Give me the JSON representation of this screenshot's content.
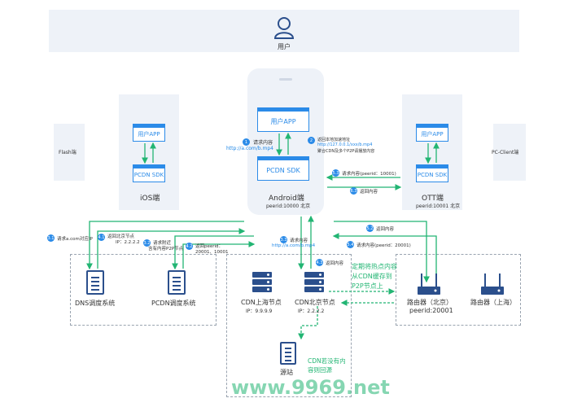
{
  "top": {
    "user_label": "用户"
  },
  "clients": {
    "flash": "Flash端",
    "ios": "iOS端",
    "android": "Android端",
    "android_peer": "peerid:10000 北京",
    "ott": "OTT端",
    "ott_peer": "peerid:10001 北京",
    "pc": "PC-Client端"
  },
  "modules": {
    "user_app": "用户APP",
    "pcdn_sdk": "PCDN SDK"
  },
  "steps": {
    "s1_num": "1",
    "s1_title": "请求内容",
    "s1_url": "http://a.com/b.mp4",
    "s2_num": "2",
    "s2_line1": "返回本地加速地址",
    "s2_line2": "http://127.0.0.1/xxx/b.mp4",
    "s2_line3": "聚合CDN及多个P2P请播放内容",
    "s31_num": "3.1",
    "s31_text": "请求a.com对应IP",
    "s41_num": "4.1",
    "s41_line1": "返回北京节点",
    "s41_line2": "IP：2.2.2.2",
    "s32_num": "3.2",
    "s32_line1": "请求附近",
    "s32_line2": "含有内容P2P节点",
    "s42_num": "4.2",
    "s42_line1": "返回peerid：",
    "s42_line2": "20001、10001",
    "s33_num": "3.3",
    "s33_text": "请求内容",
    "s33_url": "http://a.com/b.mp4",
    "s43_num": "4.3",
    "s43_text": "返回内容",
    "s53_num": "5.3",
    "s53_text": "请求内容(peerid：10001)",
    "s63_num": "6.3",
    "s63_text": "返回内容",
    "s52_num": "5.2",
    "s52_text": "返回内容",
    "s54_num": "5.4",
    "s54_text": "请求内容(peerid：20001)"
  },
  "servers": {
    "dns": "DNS调度系统",
    "pcdn": "PCDN调度系统",
    "cdn_sh": "CDN上海节点",
    "cdn_sh_ip": "IP：9.9.9.9",
    "cdn_bj": "CDN北京节点",
    "cdn_bj_ip": "IP：2.2.2.2",
    "origin": "源站",
    "origin_note_1": "CDN若没有内",
    "origin_note_2": "容则回源"
  },
  "routers": {
    "bj": "路由器（北京）",
    "bj_peer": "peerid:20001",
    "sh": "路由器（上海）",
    "cache_note_1": "定期将热点内容",
    "cache_note_2": "从CDN缓存到",
    "cache_note_3": "P2P节点上"
  },
  "watermark": "www.9969.net",
  "colors": {
    "accent_blue": "#2b8be8",
    "flow_green": "#22b573",
    "panel_bg": "#eef2f8",
    "icon_navy": "#2b4f8c"
  }
}
